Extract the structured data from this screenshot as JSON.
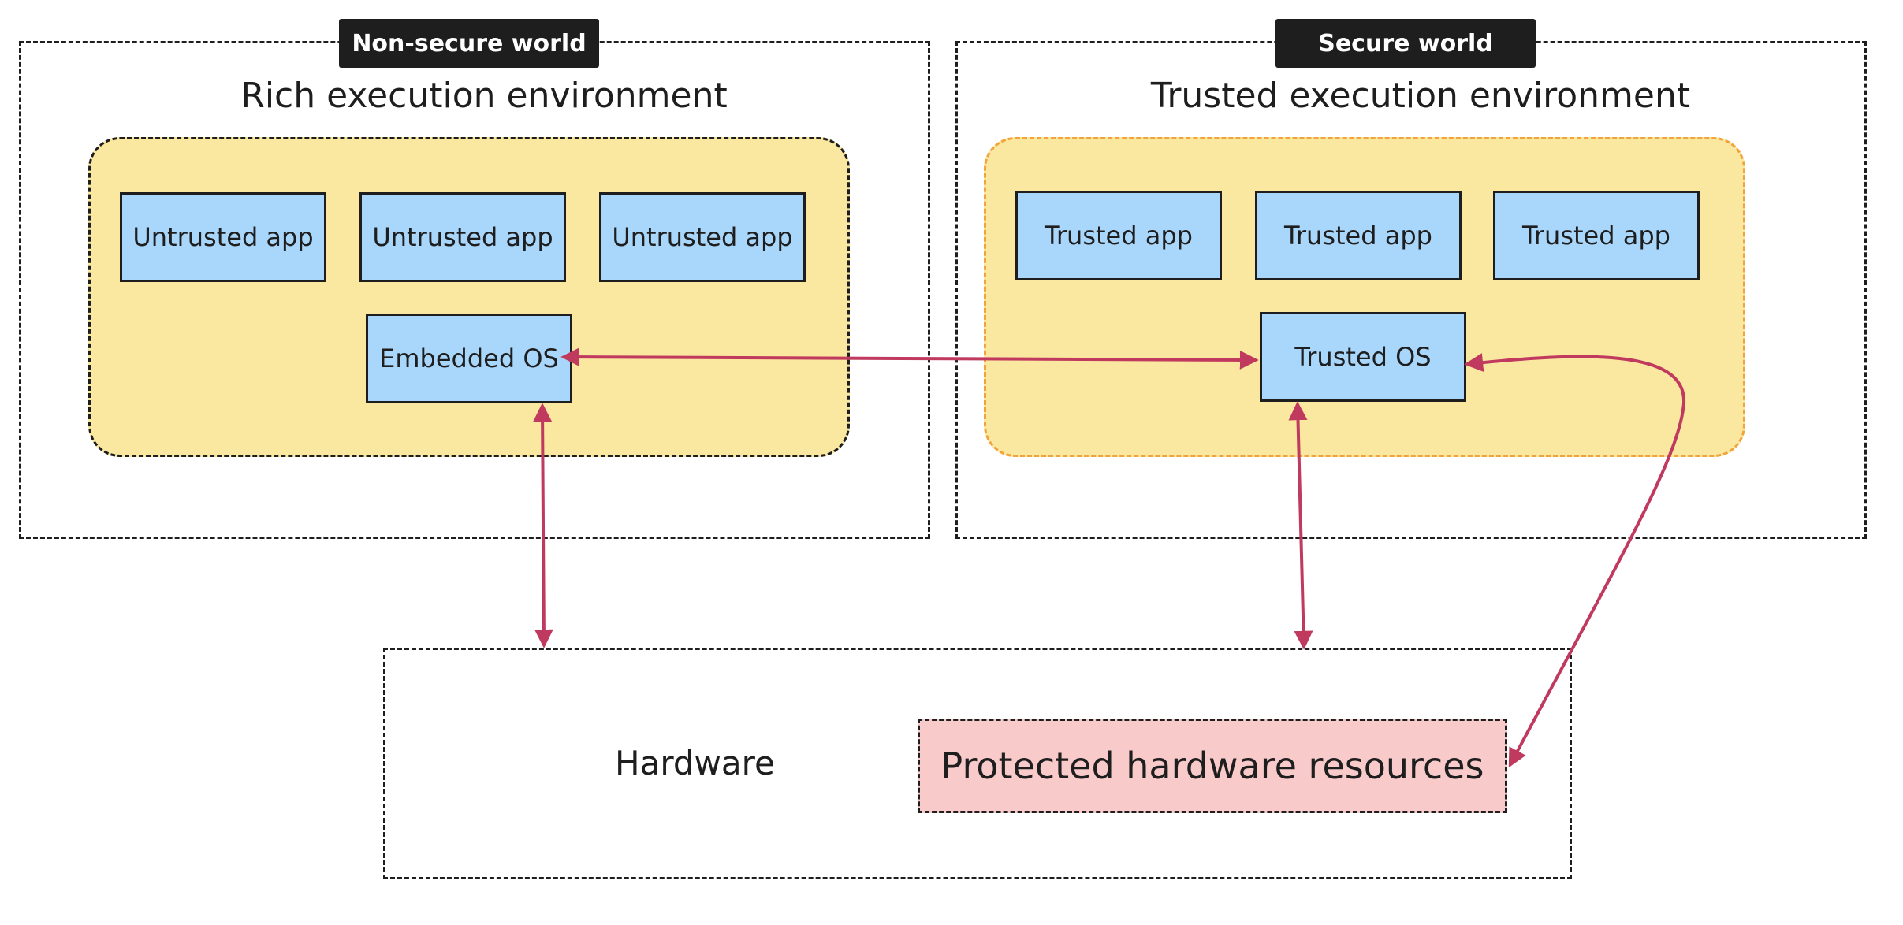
{
  "non_secure": {
    "tag": "Non-secure world",
    "title": "Rich execution environment",
    "apps": [
      "Untrusted app",
      "Untrusted app",
      "Untrusted app"
    ],
    "os": "Embedded OS"
  },
  "secure": {
    "tag": "Secure world",
    "title": "Trusted execution environment",
    "apps": [
      "Trusted app",
      "Trusted app",
      "Trusted app"
    ],
    "os": "Trusted OS"
  },
  "hardware": {
    "label": "Hardware",
    "protected": "Protected hardware resources"
  },
  "colors": {
    "arrow": "#c0395e",
    "panel_fill": "#fbe8a0",
    "box_fill": "#a9d6fb",
    "protected_fill": "#f9caca",
    "tag_fill": "#1e1e1e"
  }
}
